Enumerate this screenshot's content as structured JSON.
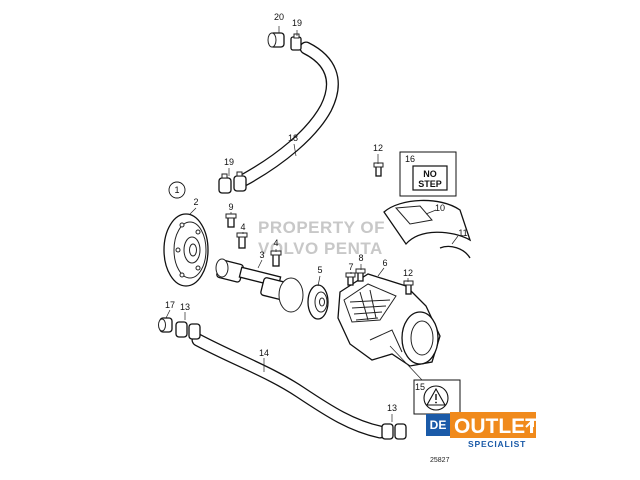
{
  "diagram": {
    "callouts": [
      {
        "id": "c20",
        "text": "20"
      },
      {
        "id": "c19a",
        "text": "19"
      },
      {
        "id": "c18",
        "text": "18"
      },
      {
        "id": "c19b",
        "text": "19"
      },
      {
        "id": "c1",
        "text": "1"
      },
      {
        "id": "c2",
        "text": "2"
      },
      {
        "id": "c9",
        "text": "9"
      },
      {
        "id": "c4a",
        "text": "4"
      },
      {
        "id": "c4b",
        "text": "4"
      },
      {
        "id": "c3",
        "text": "3"
      },
      {
        "id": "c5",
        "text": "5"
      },
      {
        "id": "c7",
        "text": "7"
      },
      {
        "id": "c8",
        "text": "8"
      },
      {
        "id": "c6",
        "text": "6"
      },
      {
        "id": "c12a",
        "text": "12"
      },
      {
        "id": "c12b",
        "text": "12"
      },
      {
        "id": "c16",
        "text": "16"
      },
      {
        "id": "c10",
        "text": "10"
      },
      {
        "id": "c11",
        "text": "11"
      },
      {
        "id": "c17",
        "text": "17"
      },
      {
        "id": "c13a",
        "text": "13"
      },
      {
        "id": "c14",
        "text": "14"
      },
      {
        "id": "c15",
        "text": "15"
      },
      {
        "id": "c13b",
        "text": "13"
      }
    ],
    "no_step_label": {
      "line1": "NO",
      "line2": "STEP"
    },
    "watermark": {
      "line1": "PROPERTY OF",
      "line2": "VOLVO PENTA"
    },
    "document_number": "25827"
  },
  "logo": {
    "prefix": "DE",
    "name": "OUTLET",
    "tagline": "SPECIALIST",
    "colors": {
      "blue": "#1a5aa8",
      "orange": "#f08a1c"
    }
  }
}
